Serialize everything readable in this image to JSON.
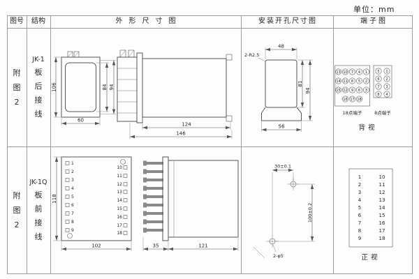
{
  "page": {
    "unit_label": "单位：mm"
  },
  "headers": {
    "figure_no": "图号",
    "structure": "结构",
    "outline": "外形尺寸图",
    "mounting": "安装开孔尺寸图",
    "terminal": "端子图"
  },
  "row1": {
    "figure_no": "附图2",
    "model": "JK-1",
    "wiring": "板后接线",
    "outline": {
      "h": "106",
      "inner_h": "84",
      "outer_h": "94",
      "w": "60",
      "body_l": "124",
      "total_l": "146"
    },
    "mounting": {
      "radius_note": "2-R2.5",
      "w": "48",
      "cutout_h": "81",
      "total_h": "94",
      "bottom_w": "56"
    },
    "terminal": {
      "label18": "18点端子",
      "label8": "8点端子",
      "view": "背视",
      "grid18": [
        [
          "13",
          "10",
          "7",
          "4",
          "1"
        ],
        [
          "14",
          "11",
          "8",
          "5",
          "2"
        ],
        [
          "15",
          "12",
          "9",
          "6",
          "3"
        ],
        [
          "16",
          "17",
          "18"
        ]
      ],
      "grid8": [
        [
          "5",
          "1"
        ],
        [
          "6",
          "2"
        ],
        [
          "7",
          "3"
        ],
        [
          "8",
          "4"
        ]
      ]
    }
  },
  "row2": {
    "figure_no": "附图2",
    "model": "JK-1Q",
    "wiring": "板前接线",
    "outline": {
      "h": "118",
      "w": "102",
      "stud_l": "35",
      "body_l": "121",
      "left_terminals": [
        "1",
        "2",
        "3",
        "4",
        "5",
        "6",
        "7",
        "8",
        "9"
      ],
      "right_terminals": [
        "10",
        "11",
        "12",
        "13",
        "14",
        "15",
        "16",
        "17",
        "18"
      ]
    },
    "mounting": {
      "h_spacing": "30±0.1",
      "v_spacing": "100±0.2",
      "hole_note": "2-φ5"
    },
    "terminal": {
      "view": "正视",
      "left": [
        "1",
        "2",
        "3",
        "4",
        "5",
        "6",
        "7",
        "8",
        "9"
      ],
      "right": [
        "10",
        "11",
        "12",
        "13",
        "14",
        "15",
        "16",
        "17",
        "18"
      ]
    }
  }
}
